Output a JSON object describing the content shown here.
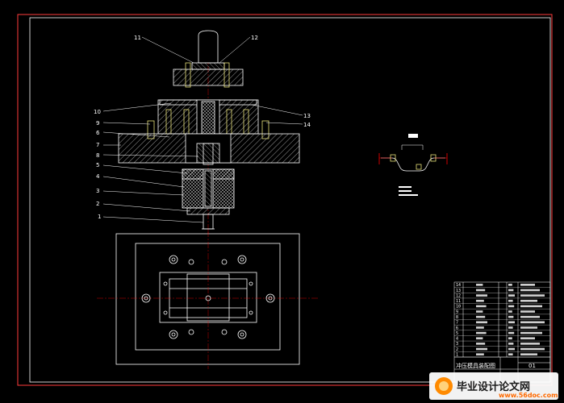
{
  "part_labels": {
    "l1": "1",
    "l2": "2",
    "l3": "3",
    "l4": "4",
    "l5": "5",
    "l6": "6",
    "l7": "7",
    "l8": "8",
    "l9": "9",
    "l10": "10",
    "l11": "11",
    "l12": "12",
    "l13": "13",
    "l14": "14"
  },
  "title_block": {
    "row_numbers": [
      "14",
      "13",
      "12",
      "11",
      "10",
      "9",
      "8",
      "7",
      "6",
      "5",
      "4",
      "3",
      "2",
      "1"
    ],
    "title": "冲压模具装配图",
    "sheet": "01"
  },
  "watermark": {
    "text": "毕业设计论文网",
    "url": "www.56doc.com"
  },
  "colors": {
    "background": "#000000",
    "border": "#ff3b3b",
    "frame": "#ffffff",
    "lines": "#ffffff",
    "hatch": "#e0e0e0",
    "accent": "#ff0000",
    "fastener": "#e8e07a"
  }
}
